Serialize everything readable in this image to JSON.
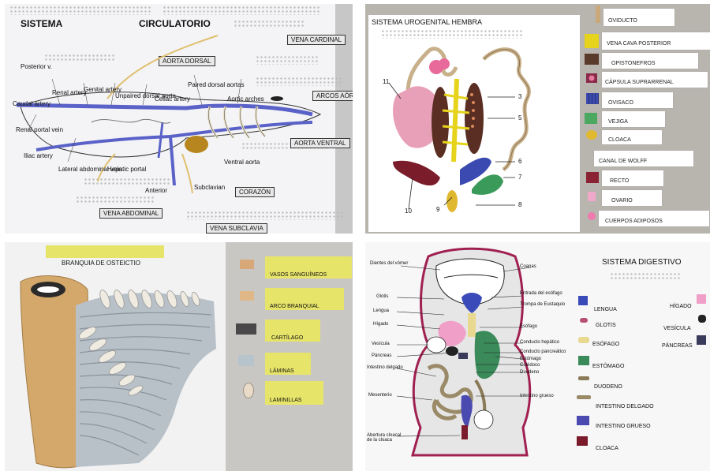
{
  "panel1": {
    "title_left": "SISTEMA",
    "title_right": "CIRCULATORIO",
    "boxed_labels": [
      "VENA CARDINAL",
      "AORTA DORSAL",
      "ARCOS AÓRTICOS",
      "AORTA VENTRAL",
      "CORAZÓN",
      "VENA ABDOMINAL",
      "VENA SUBCLAVIA"
    ],
    "small_labels": [
      "Posterior v.",
      "Renal artery",
      "Genital artery",
      "Unpaired dorsal aorta",
      "Celiac artery",
      "Paired dorsal aortas",
      "Aortic arches",
      "Caudal artery",
      "Renal portal vein",
      "Iliac artery",
      "Lateral abdominal vein",
      "Hepatic portal",
      "Ventral aorta",
      "Subclavian",
      "Anterior"
    ]
  },
  "panel2": {
    "title": "SISTEMA UROGENITAL HEMBRA",
    "numbers": [
      "11",
      "3",
      "5",
      "6",
      "7",
      "8",
      "10",
      "9"
    ],
    "legend": [
      {
        "label": "OVIDUCTO",
        "color": "#c9a87a"
      },
      {
        "label": "VENA      CAVA      POSTERIOR",
        "color": "#e6d41c"
      },
      {
        "label": "OPISTONEFROS",
        "color": "#5a3a2a"
      },
      {
        "label": "CÁPSULA     SUPRARRENAL",
        "color": "#e87aa0"
      },
      {
        "label": "OVISACO",
        "color": "#3a4ab0"
      },
      {
        "label": "VEJIGA",
        "color": "#4aa860"
      },
      {
        "label": "CLOACA",
        "color": "#e0b830"
      },
      {
        "label": "CANAL       DE       WOLFF",
        "color": "#ffffff"
      },
      {
        "label": "RECTO",
        "color": "#8a2233"
      },
      {
        "label": "OVARIO",
        "color": "#f0a8c8"
      },
      {
        "label": "CUERPOS     ADIPOSOS",
        "color": "#f07ab0"
      }
    ]
  },
  "panel3": {
    "title": "BRANQUIA DE OSTEICTIO",
    "legend": [
      {
        "label": "VASOS          SANGUÍNEOS",
        "color": "#d8a878"
      },
      {
        "label": "ARCO          BRANQUIAL",
        "color": "#e0b888"
      },
      {
        "label": "CARTÍLAGO",
        "color": "#4a4848"
      },
      {
        "label": "LÁMINAS",
        "color": "#b8c4cc"
      },
      {
        "label": "LAMINILLAS",
        "color": "#e8dcc8"
      }
    ]
  },
  "panel4": {
    "title": "SISTEMA DIGESTIVO",
    "left_labels": [
      "Dientes del vómer",
      "Glotis",
      "Lengua",
      "Hígado",
      "Vesícula",
      "Páncreas",
      "Intestino delgado",
      "Mesenterio",
      "Abertura cloacal de la cloaca"
    ],
    "right_labels": [
      "Coanas",
      "Entrada del esófago",
      "Trompa de Eustaquio",
      "Esófago",
      "Conducto hepático",
      "Conducto pancreático",
      "Estómago",
      "Colédoco",
      "Duodeno",
      "Intestino grueso"
    ],
    "legend_left": [
      {
        "label": "LENGUA",
        "color": "#3a4ab8"
      },
      {
        "label": "GLOTIS",
        "color": "#b85070"
      },
      {
        "label": "ESÓFAGO",
        "color": "#e8d890"
      },
      {
        "label": "ESTÓMAGO",
        "color": "#3a8a5a"
      },
      {
        "label": "DUODENO",
        "color": "#8a7a58"
      },
      {
        "label": "INTESTINO DELGADO",
        "color": "#9a8a68"
      },
      {
        "label": "INTESTINO GRUESO",
        "color": "#4a4ab0"
      },
      {
        "label": "CLOACA",
        "color": "#7a1a2a"
      }
    ],
    "legend_right": [
      {
        "label": "HÍGADO",
        "color": "#f0a0c8"
      },
      {
        "label": "VESÍCULA",
        "color": "#222222"
      },
      {
        "label": "PÁNCREAS",
        "color": "#3a3a5a"
      }
    ]
  }
}
